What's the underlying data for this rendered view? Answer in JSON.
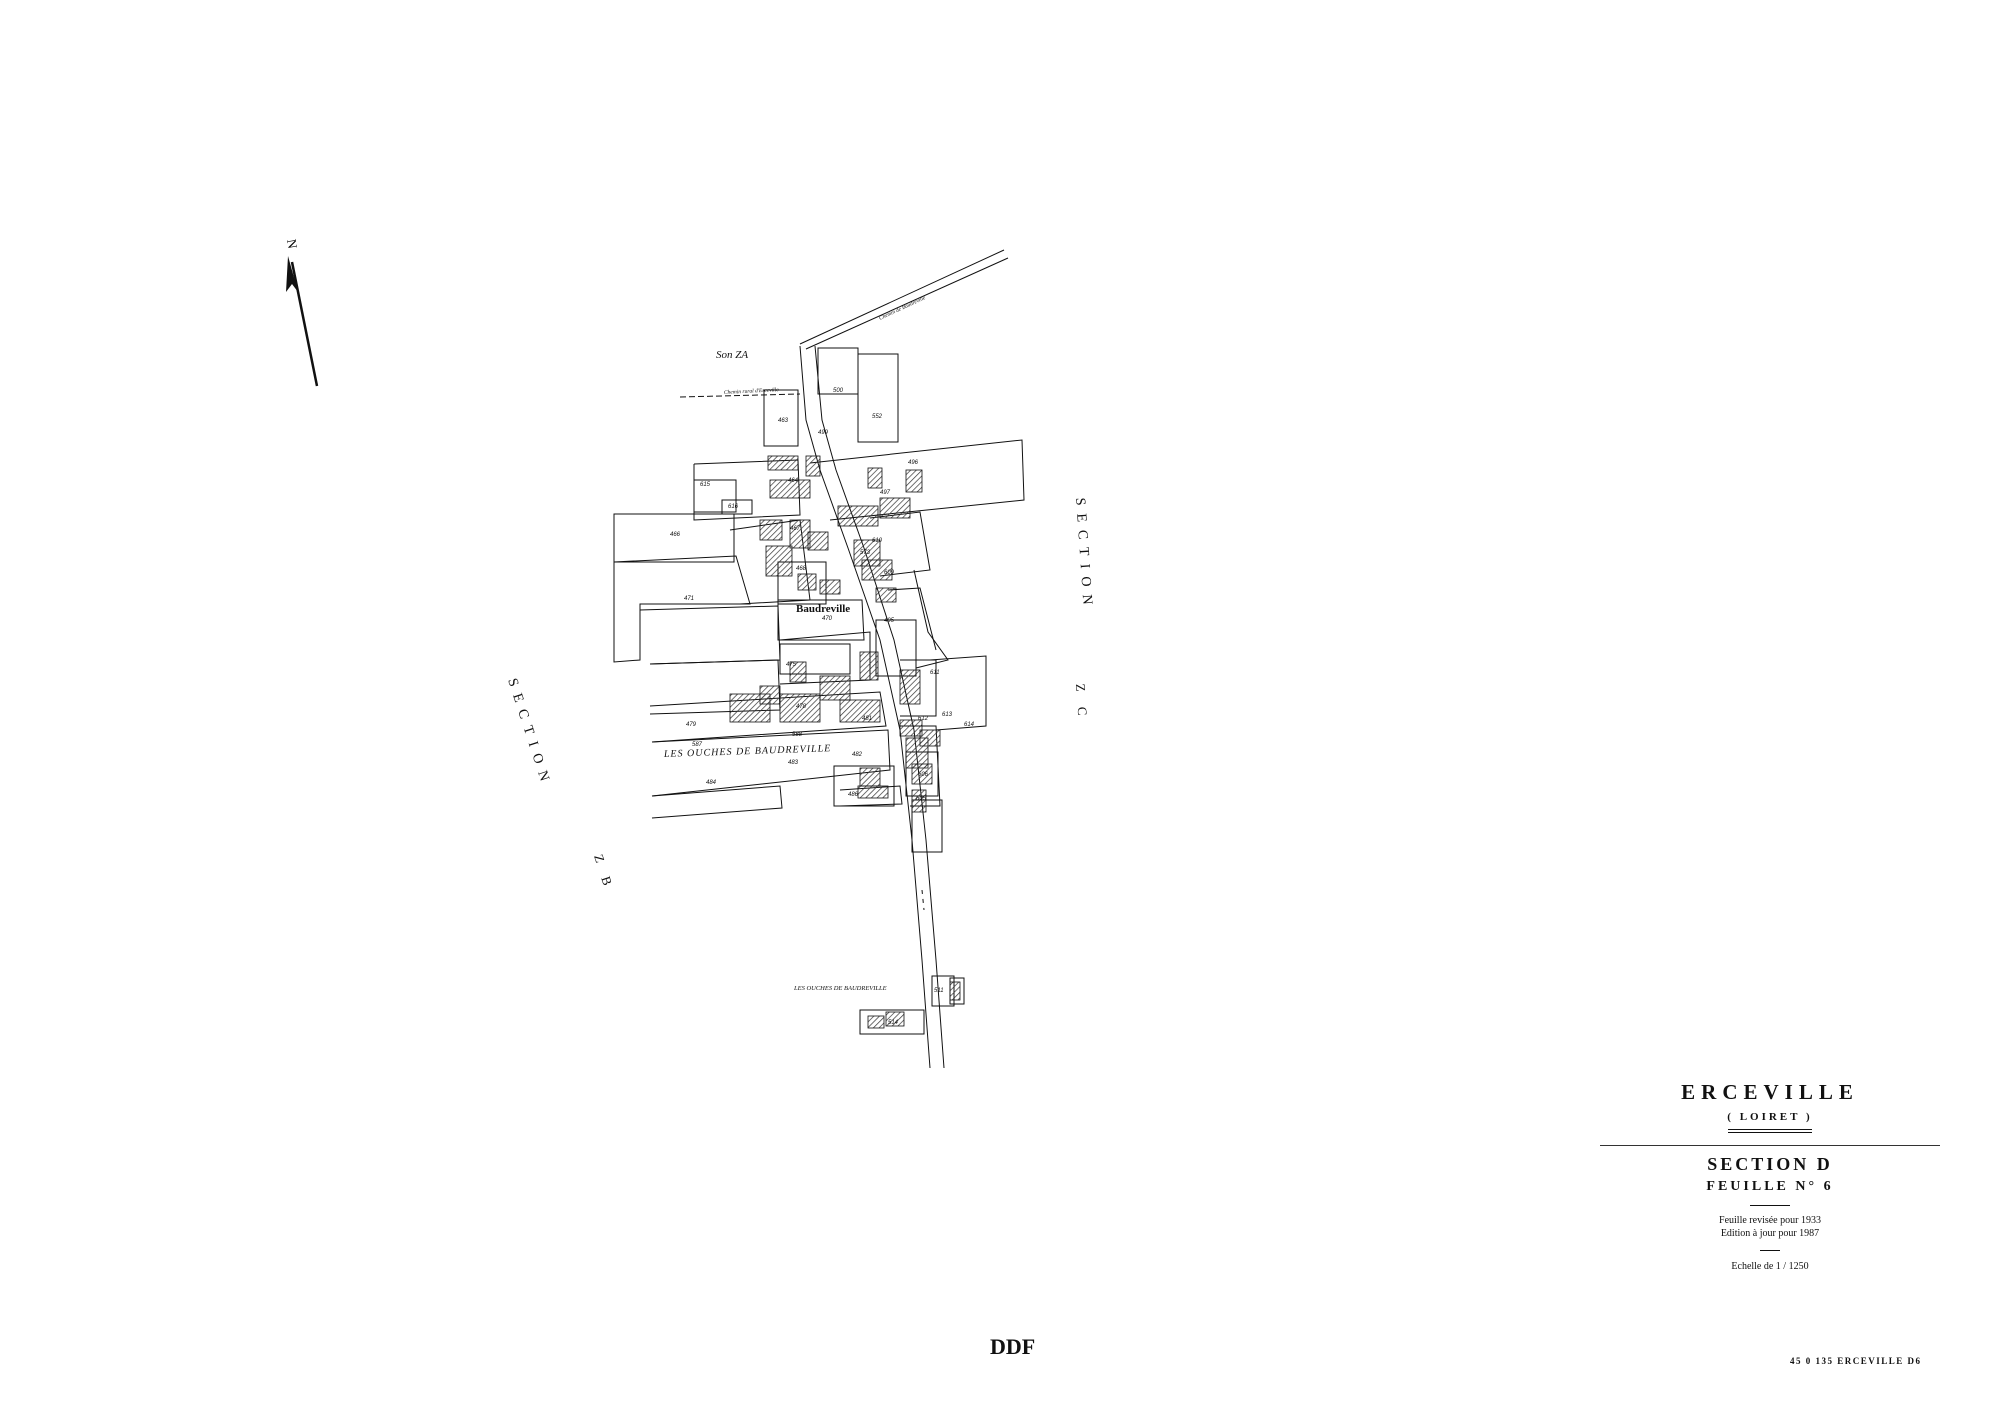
{
  "north_label": "N",
  "section_labels": {
    "za": "Son ZA",
    "zb_section": "SECTION",
    "zb_letters": "Z B",
    "zc_section": "SECTION",
    "zc_letters": "Z C"
  },
  "place_labels": {
    "hamlet": "Baudreville",
    "lieu_dit_1": "LES OUCHES DE BAUDREVILLE",
    "lieu_dit_2": "LES OUCHES DE BAUDREVILLE",
    "road_1": "Chemin rural d'Erceville",
    "road_2": "Chemin de Baudreville"
  },
  "parcels": [
    {
      "id": "p500",
      "label": "500"
    },
    {
      "id": "p463",
      "label": "463"
    },
    {
      "id": "p552",
      "label": "552"
    },
    {
      "id": "p499",
      "label": "499"
    },
    {
      "id": "p496",
      "label": "496"
    },
    {
      "id": "p615",
      "label": "615"
    },
    {
      "id": "p464",
      "label": "464"
    },
    {
      "id": "p497",
      "label": "497"
    },
    {
      "id": "p616",
      "label": "616"
    },
    {
      "id": "p466",
      "label": "466"
    },
    {
      "id": "p467",
      "label": "467"
    },
    {
      "id": "p610",
      "label": "610"
    },
    {
      "id": "p573",
      "label": "573"
    },
    {
      "id": "p468",
      "label": "468"
    },
    {
      "id": "p609",
      "label": "609"
    },
    {
      "id": "p471",
      "label": "471"
    },
    {
      "id": "p470",
      "label": "470"
    },
    {
      "id": "p495",
      "label": "495"
    },
    {
      "id": "p475",
      "label": "475"
    },
    {
      "id": "p611",
      "label": "611"
    },
    {
      "id": "p478",
      "label": "478"
    },
    {
      "id": "p479",
      "label": "479"
    },
    {
      "id": "p481",
      "label": "481"
    },
    {
      "id": "p612",
      "label": "612"
    },
    {
      "id": "p613",
      "label": "613"
    },
    {
      "id": "p614",
      "label": "614"
    },
    {
      "id": "p587",
      "label": "587"
    },
    {
      "id": "p588",
      "label": "588"
    },
    {
      "id": "p482",
      "label": "482"
    },
    {
      "id": "p483",
      "label": "483"
    },
    {
      "id": "p606",
      "label": "606"
    },
    {
      "id": "p484",
      "label": "484"
    },
    {
      "id": "p486",
      "label": "486"
    },
    {
      "id": "p605",
      "label": "605"
    },
    {
      "id": "p511",
      "label": "511"
    },
    {
      "id": "p514",
      "label": "514"
    }
  ],
  "cartouche": {
    "commune": "ERCEVILLE",
    "departement": "( LOIRET )",
    "section": "SECTION  D",
    "feuille": "FEUILLE  N° 6",
    "revision": "Feuille revisée pour 1933",
    "edition": "Edition à jour pour 1987",
    "scale": "Echelle  de  1 / 1250"
  },
  "footer": {
    "ddf": "DDF",
    "ref": "45 0 135  ERCEVILLE  D6"
  },
  "colors": {
    "ink": "#111111",
    "paper": "#ffffff",
    "hatch": "#333333"
  }
}
